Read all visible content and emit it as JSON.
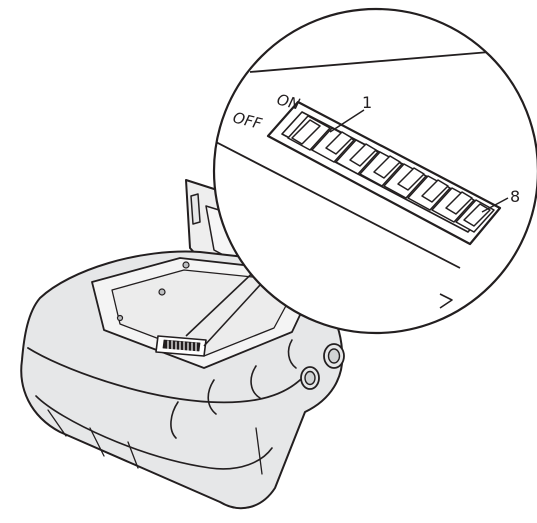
{
  "labels": {
    "on": "ON",
    "off": "OFF",
    "switch_first": "1",
    "switch_last": "8"
  },
  "colors": {
    "outline": "#231f20",
    "body_fill": "#e6e7e8",
    "body_shadow": "#d1d3d4",
    "background": "#ffffff"
  }
}
